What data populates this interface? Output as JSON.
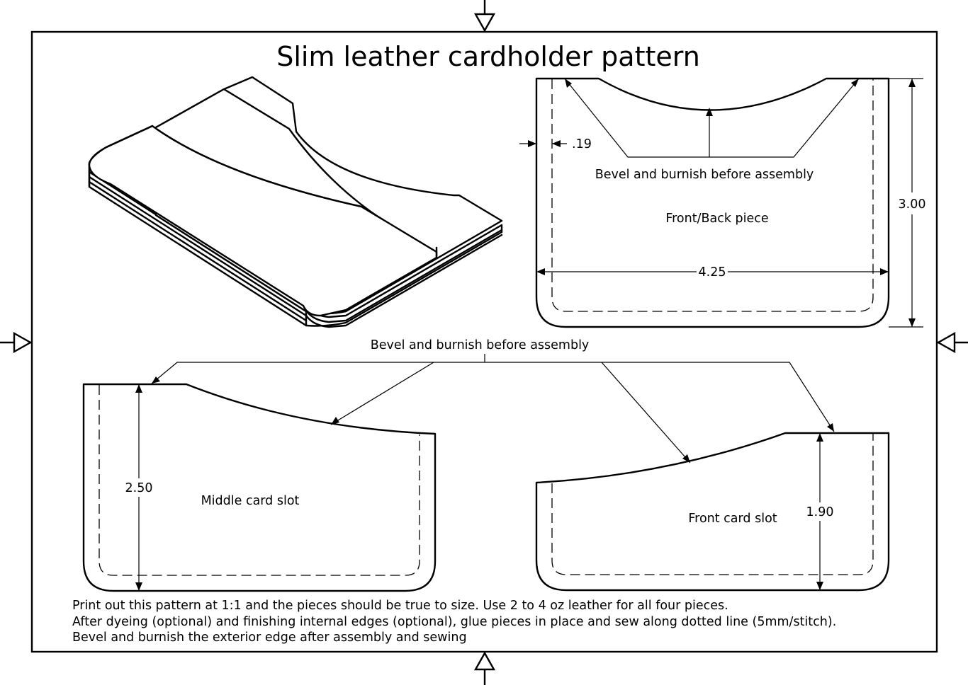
{
  "title": "Slim leather cardholder pattern",
  "pieces": {
    "front_back": {
      "label": "Front/Back piece",
      "note": "Bevel and burnish before assembly",
      "width": "4.25",
      "height": "3.00",
      "seam_allowance": ".19"
    },
    "middle_slot": {
      "label": "Middle card slot",
      "height": "2.50"
    },
    "front_slot": {
      "label": "Front card slot",
      "height": "1.90"
    }
  },
  "shared_note": "Bevel and burnish before assembly",
  "instructions": [
    "Print out this pattern at 1:1 and the pieces should be true to size.  Use 2 to 4 oz leather for all four pieces.",
    "After dyeing (optional) and finishing internal edges (optional), glue pieces in place and sew along dotted line (5mm/stitch).",
    "Bevel and burnish the exterior edge after assembly and sewing"
  ]
}
